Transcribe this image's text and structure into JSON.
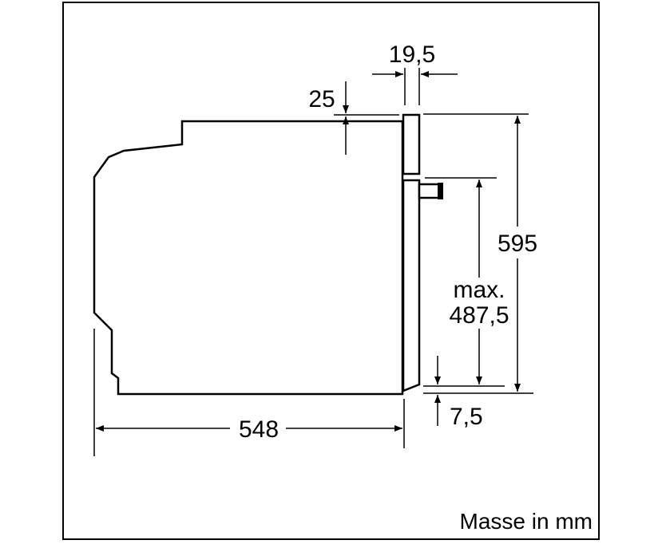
{
  "dimensions": {
    "depth": "548",
    "height": "595",
    "max_label": "max.",
    "max_value": "487,5",
    "top_gap": "25",
    "front_thickness": "19,5",
    "bottom_gap": "7,5"
  },
  "caption": "Masse in mm"
}
